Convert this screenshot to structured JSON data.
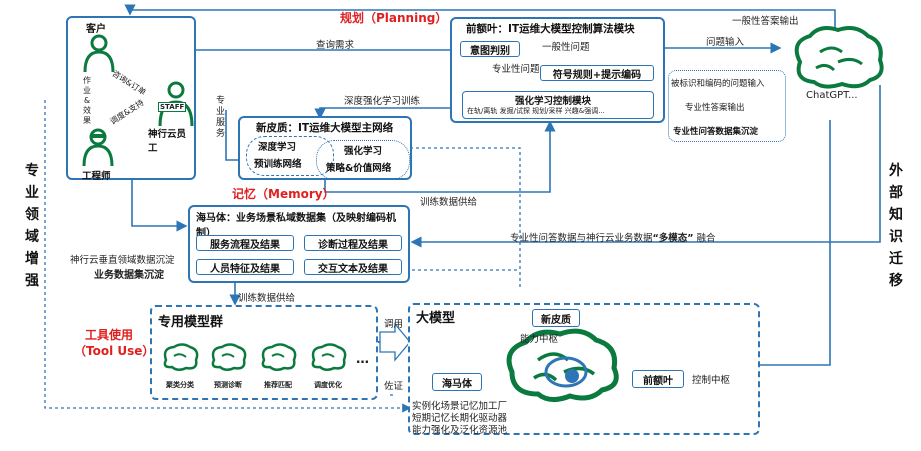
{
  "planning": {
    "title": "规划（Planning）"
  },
  "memory": {
    "title": "记忆（Memory）"
  },
  "tool_use": {
    "title": "工具使用",
    "subtitle": "（Tool Use）"
  },
  "left_side": {
    "label": "专业领域增强"
  },
  "right_side": {
    "label": "外部知识迁移"
  },
  "actors": {
    "customer": "客户",
    "customer_note": "作业&效果",
    "consult": "咨询&订单",
    "support": "调度&支持",
    "staff": "神行云员工",
    "staff_badge": "STAFF",
    "engineer": "工程师",
    "professional_service": "专业服务"
  },
  "frontal": {
    "title": "前额叶：IT运维大模型控制算法模块",
    "intent": "意图判别",
    "general_q": "一般性问题",
    "prof_q": "专业性问题",
    "symbol": "符号规则+提示编码",
    "rl_title": "强化学习控制模块",
    "rl_items": "在轨/离轨  发掘/试探  规划/采样  兴趣&强调..."
  },
  "neocortex": {
    "title": "新皮质：IT运维大模型主网络",
    "deep": "深度学习",
    "pretrain": "预训练网络",
    "reinforce": "强化学习",
    "policy": "策略&价值网络"
  },
  "hippocampus": {
    "title": "海马体：业务场景私域数据集（及映射编码机制）",
    "items": [
      "服务流程及结果",
      "诊断过程及结果",
      "人员特征及结果",
      "交互文本及结果"
    ]
  },
  "flows": {
    "query": "查询需求",
    "deep_rl_train": "深度强化学习训练",
    "general_answer_out": "一般性答案输出",
    "question_in": "问题输入",
    "encoded_q_in": "被标识和编码的问题输入",
    "prof_answer_out": "专业性答案输出",
    "prof_qa_dataset": "专业性问答数据集沉淀",
    "train_supply_1": "训练数据供给",
    "fusion": "专业性问答数据与神行云业务数据",
    "fusion_bold": "“多模态”",
    "fusion_tail": "融合",
    "vertical_deposit": "神行云垂直领域数据沉淀",
    "biz_dataset": "业务数据集沉淀",
    "train_supply_2": "训练数据供给",
    "call": "调用",
    "evidence": "佐证"
  },
  "chatgpt": {
    "label": "ChatGPT..."
  },
  "special_models": {
    "title": "专用模型群",
    "items": [
      "聚类分类",
      "预测诊断",
      "推荐匹配",
      "调度优化"
    ],
    "more": "…"
  },
  "big_model": {
    "title": "大模型",
    "neocortex": "新皮质",
    "hippocampus": "海马体",
    "frontal": "前额叶",
    "cap_center": "能力中枢",
    "ctrl_center": "控制中枢",
    "desc": [
      "实例化场景记忆加工厂",
      "短期记忆长期化驱动器",
      "能力强化及泛化资源池"
    ]
  },
  "colors": {
    "accent": "#2e75b6",
    "red": "#e02020",
    "brain": "#0b7a3e"
  }
}
